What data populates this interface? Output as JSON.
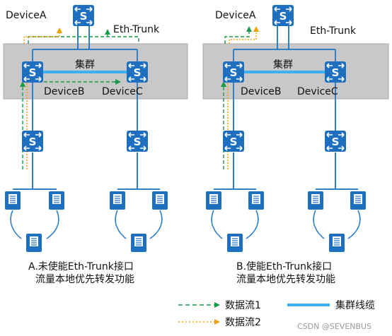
{
  "panels": [
    {
      "core_device": "DeviceA",
      "cluster_label": "集群",
      "member_left": "DeviceB",
      "member_right": "DeviceC",
      "trunk_label": "Eth-Trunk",
      "caption_line1": "A.未使能Eth-Trunk接口",
      "caption_line2": "流量本地优先转发功能"
    },
    {
      "core_device": "DeviceA",
      "cluster_label": "集群",
      "member_left": "DeviceB",
      "member_right": "DeviceC",
      "trunk_label": "Eth-Trunk",
      "caption_line1": "B.使能Eth-Trunk接口",
      "caption_line2": "流量本地优先转发功能"
    }
  ],
  "switch_glyph": "S",
  "legend": {
    "flow1": "数据流1",
    "flow2": "数据流2",
    "cluster_cable": "集群线缆"
  },
  "watermark": "CSDN @SEVENBUS",
  "colors": {
    "device_blue": "#1f6fc0",
    "link_blue": "#2f7fc8",
    "cluster_cable": "#3ab0f0",
    "flow1_green": "#1a9a4a",
    "flow2_orange": "#f0a000",
    "cluster_band": "#c8c8c8"
  },
  "icons": [
    "switch-icon",
    "server-icon",
    "arrow-icon"
  ]
}
